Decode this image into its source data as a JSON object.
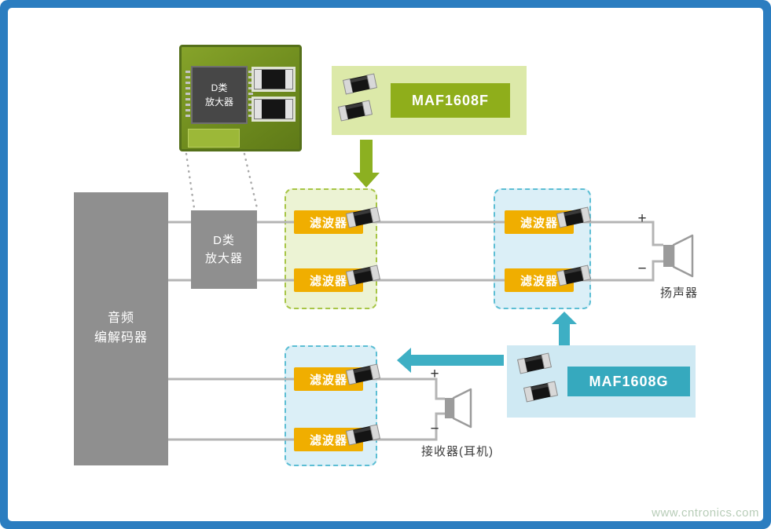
{
  "colors": {
    "frame_blue": "#2b7dc0",
    "olive_green": "#8fae1b",
    "light_green_panel": "#dce9a9",
    "pale_green_box": "#ecf3d4",
    "filter_yellow": "#f0ae00",
    "teal": "#36a9be",
    "light_blue_panel": "#cfe9f3",
    "pale_blue_box": "#dbeff7",
    "gray_block": "#8f8f8f",
    "wire_gray": "#b4b4b4"
  },
  "pcb": {
    "chip_label": "D类\n放大器"
  },
  "maf_f": {
    "label": "MAF1608F"
  },
  "maf_g": {
    "label": "MAF1608G"
  },
  "codec": {
    "label": "音频\n编解码器"
  },
  "amp": {
    "label": "D类\n放大器"
  },
  "labels": {
    "filter": "滤波器"
  },
  "speaker": {
    "plus": "+",
    "minus": "−",
    "label": "扬声器"
  },
  "receiver": {
    "plus": "+",
    "minus": "−",
    "label": "接收器(耳机)"
  },
  "watermark": "www.cntronics.com"
}
